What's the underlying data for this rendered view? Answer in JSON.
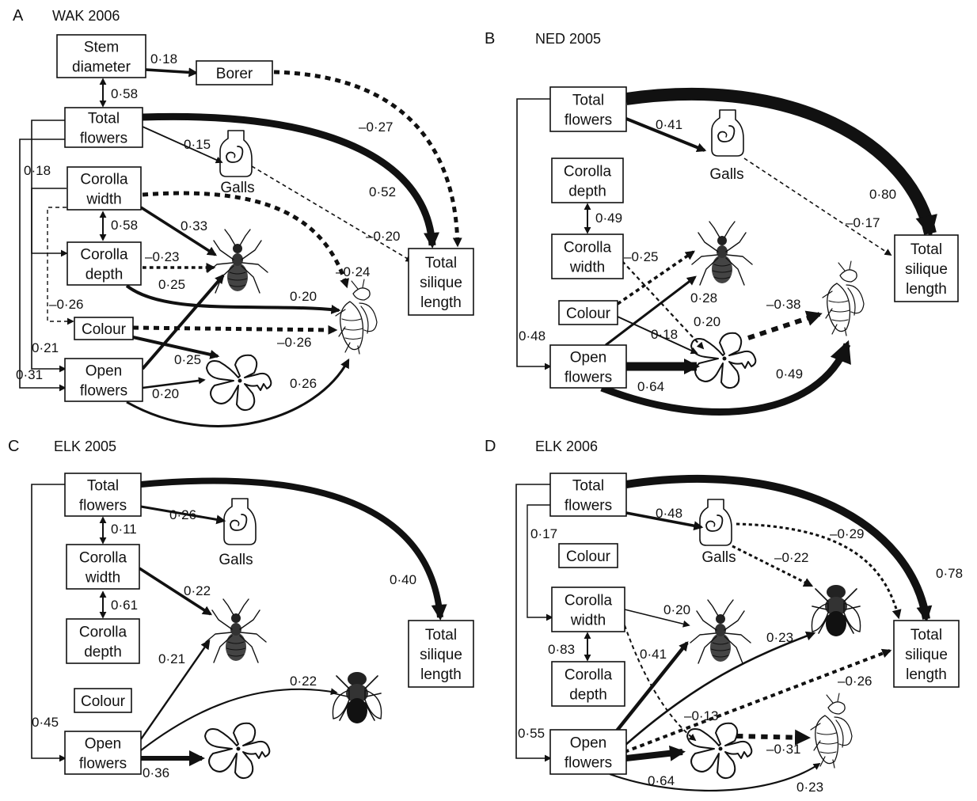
{
  "panels": [
    {
      "id": "A",
      "letter": "A",
      "title": "WAK 2006",
      "nodes": {
        "stem_diameter": {
          "label": [
            "Stem",
            "diameter"
          ]
        },
        "borer": {
          "label": [
            "Borer"
          ]
        },
        "total_flowers": {
          "label": [
            "Total",
            "flowers"
          ]
        },
        "corolla_width": {
          "label": [
            "Corolla",
            "width"
          ]
        },
        "corolla_depth": {
          "label": [
            "Corolla",
            "depth"
          ]
        },
        "colour": {
          "label": [
            "Colour"
          ]
        },
        "open_flowers": {
          "label": [
            "Open",
            "flowers"
          ]
        },
        "total_silique_length": {
          "label": [
            "Total",
            "silique",
            "length"
          ]
        },
        "galls": {
          "label": [
            "Galls"
          ]
        }
      },
      "coefficients": {
        "stem_borer": "0·18",
        "stem_total": "0·58",
        "borer_silique": "–0·27",
        "total_galls": "0·15",
        "total_silique": "0·52",
        "galls_silique": "–0·20",
        "corolla_cor": "0·58",
        "ant_from_width": "0·33",
        "ant_from_depth": "–0·23",
        "bee_from_width": "–0·24",
        "ant_from_open": "0·25",
        "bee_from_depth": "0·20",
        "colour_bee": "–0·26",
        "colour_flower": "0·25",
        "open_flower": "0·20",
        "open_bee": "0·26",
        "total_depth_side": "0·18",
        "colour_width_side": "–0·26",
        "open_colour_side": "0·21",
        "total_open_side": "0·31"
      }
    },
    {
      "id": "B",
      "letter": "B",
      "title": "NED 2005",
      "nodes": {
        "total_flowers": {
          "label": [
            "Total",
            "flowers"
          ]
        },
        "galls": {
          "label": [
            "Galls"
          ]
        },
        "corolla_depth": {
          "label": [
            "Corolla",
            "depth"
          ]
        },
        "corolla_width": {
          "label": [
            "Corolla",
            "width"
          ]
        },
        "colour": {
          "label": [
            "Colour"
          ]
        },
        "open_flowers": {
          "label": [
            "Open",
            "flowers"
          ]
        },
        "total_silique_length": {
          "label": [
            "Total",
            "silique",
            "length"
          ]
        }
      },
      "coefficients": {
        "total_galls": "0·41",
        "total_silique": "0·80",
        "galls_silique": "–0·17",
        "corolla_cor": "0·49",
        "colour_ant": "–0·25",
        "open_ant": "0·28",
        "width_flower": "0·20",
        "colour_flower": "0·18",
        "flower_bee": "–0·38",
        "open_flower": "0·64",
        "open_bee": "0·49",
        "total_open_side": "0·48"
      }
    },
    {
      "id": "C",
      "letter": "C",
      "title": "ELK 2005",
      "nodes": {
        "total_flowers": {
          "label": [
            "Total",
            "flowers"
          ]
        },
        "galls": {
          "label": [
            "Galls"
          ]
        },
        "corolla_width": {
          "label": [
            "Corolla",
            "width"
          ]
        },
        "corolla_depth": {
          "label": [
            "Corolla",
            "depth"
          ]
        },
        "colour": {
          "label": [
            "Colour"
          ]
        },
        "open_flowers": {
          "label": [
            "Open",
            "flowers"
          ]
        },
        "total_silique_length": {
          "label": [
            "Total",
            "silique",
            "length"
          ]
        }
      },
      "coefficients": {
        "total_galls": "0·26",
        "total_width": "0·11",
        "total_silique": "0·40",
        "width_ant": "0·22",
        "width_depth": "0·61",
        "open_ant": "0·21",
        "open_fly": "0·22",
        "open_flower": "0·36",
        "total_open_side": "0·45"
      }
    },
    {
      "id": "D",
      "letter": "D",
      "title": "ELK 2006",
      "nodes": {
        "total_flowers": {
          "label": [
            "Total",
            "flowers"
          ]
        },
        "galls": {
          "label": [
            "Galls"
          ]
        },
        "colour": {
          "label": [
            "Colour"
          ]
        },
        "corolla_width": {
          "label": [
            "Corolla",
            "width"
          ]
        },
        "corolla_depth": {
          "label": [
            "Corolla",
            "depth"
          ]
        },
        "open_flowers": {
          "label": [
            "Open",
            "flowers"
          ]
        },
        "total_silique_length": {
          "label": [
            "Total",
            "silique",
            "length"
          ]
        }
      },
      "coefficients": {
        "total_galls": "0·48",
        "galls_silique": "–0·29",
        "total_silique": "0·78",
        "galls_fly": "–0·22",
        "total_width_side": "0·17",
        "width_ant": "0·20",
        "open_ant": "0·41",
        "open_fly": "0·23",
        "width_depth": "0·83",
        "open_silique": "–0·26",
        "width_flower": "–0·13",
        "flower_bee": "–0·31",
        "open_flower": "0·64",
        "open_bee": "0·23",
        "total_open_side": "0·55"
      }
    }
  ]
}
